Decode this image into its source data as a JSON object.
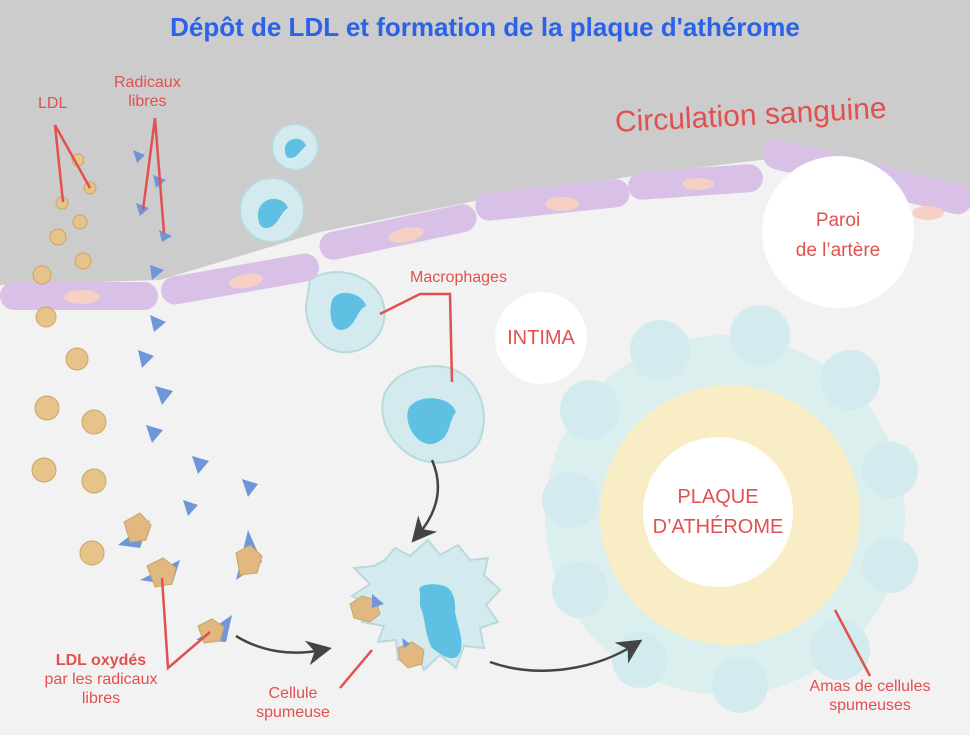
{
  "title": "Dépôt de LDL et formation de la plaque d'athérome",
  "labels": {
    "ldl": "LDL",
    "radicaux_line1": "Radicaux",
    "radicaux_line2": "libres",
    "circulation": "Circulation sanguine",
    "paroi_line1": "Paroi",
    "paroi_line2": "de l’artère",
    "macrophages": "Macrophages",
    "intima": "INTIMA",
    "plaque_line1": "PLAQUE",
    "plaque_line2": "D’ATHÉROME",
    "ldl_oxydes_line1": "LDL oxydés",
    "ldl_oxydes_line2": "par les radicaux",
    "ldl_oxydes_line3": "libres",
    "cellule_line1": "Cellule",
    "cellule_line2": "spumeuse",
    "amas_line1": "Amas de cellules",
    "amas_line2": "spumeuses"
  },
  "colors": {
    "title": "#2a62e8",
    "label": "#e0514f",
    "blood": "#cccccc",
    "intima": "#f2f2f2",
    "endothelium": "#d9c0e6",
    "nucleus_endo": "#f6d0c4",
    "macrophage": "#d3ebee",
    "macrophage_nucleus": "#5fc0e4",
    "ldl": "#e6c489",
    "radical": "#6f96d8",
    "plaque_core": "#f8edc4",
    "arrow": "#444444"
  }
}
